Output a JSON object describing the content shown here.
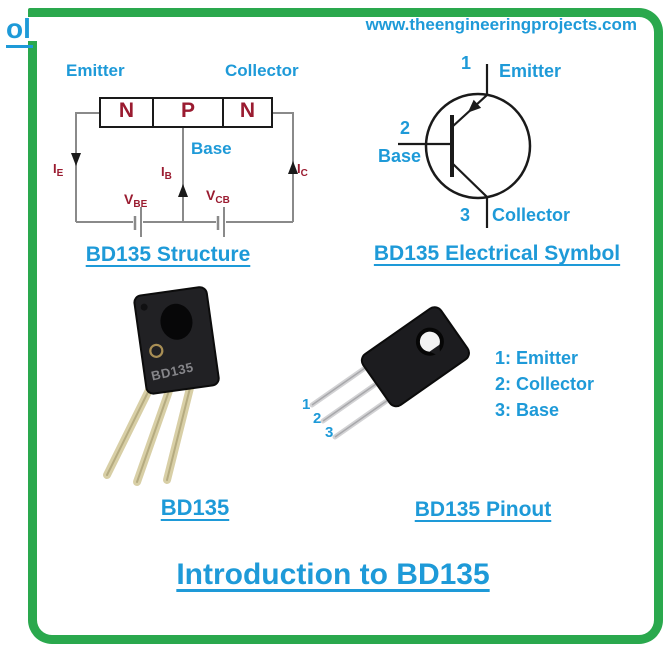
{
  "header": {
    "corner_text": "ol",
    "website": "www.theengineeringprojects.com"
  },
  "structure": {
    "emitter": "Emitter",
    "collector": "Collector",
    "base": "Base",
    "layers": [
      "N",
      "P",
      "N"
    ],
    "i_e": {
      "sym": "I",
      "sub": "E"
    },
    "i_b": {
      "sym": "I",
      "sub": "B"
    },
    "i_c": {
      "sym": "I",
      "sub": "C"
    },
    "v_be": {
      "sym": "V",
      "sub": "BE"
    },
    "v_cb": {
      "sym": "V",
      "sub": "CB"
    },
    "caption": "BD135 Structure"
  },
  "symbol": {
    "pin1": "1",
    "pin2": "2",
    "pin3": "3",
    "emitter": "Emitter",
    "base": "Base",
    "collector": "Collector",
    "caption": "BD135 Electrical Symbol"
  },
  "photo": {
    "chip_marking": "BD135",
    "caption": "BD135"
  },
  "pinout": {
    "pin_labels": [
      "1",
      "2",
      "3"
    ],
    "legend": [
      "1: Emitter",
      "2: Collector",
      "3: Base"
    ],
    "caption": "BD135 Pinout"
  },
  "footer": {
    "title": "Introduction to BD135"
  },
  "colors": {
    "accent_blue": "#1e9ad8",
    "frame_green": "#2aa84d",
    "label_maroon": "#9a1b30"
  }
}
